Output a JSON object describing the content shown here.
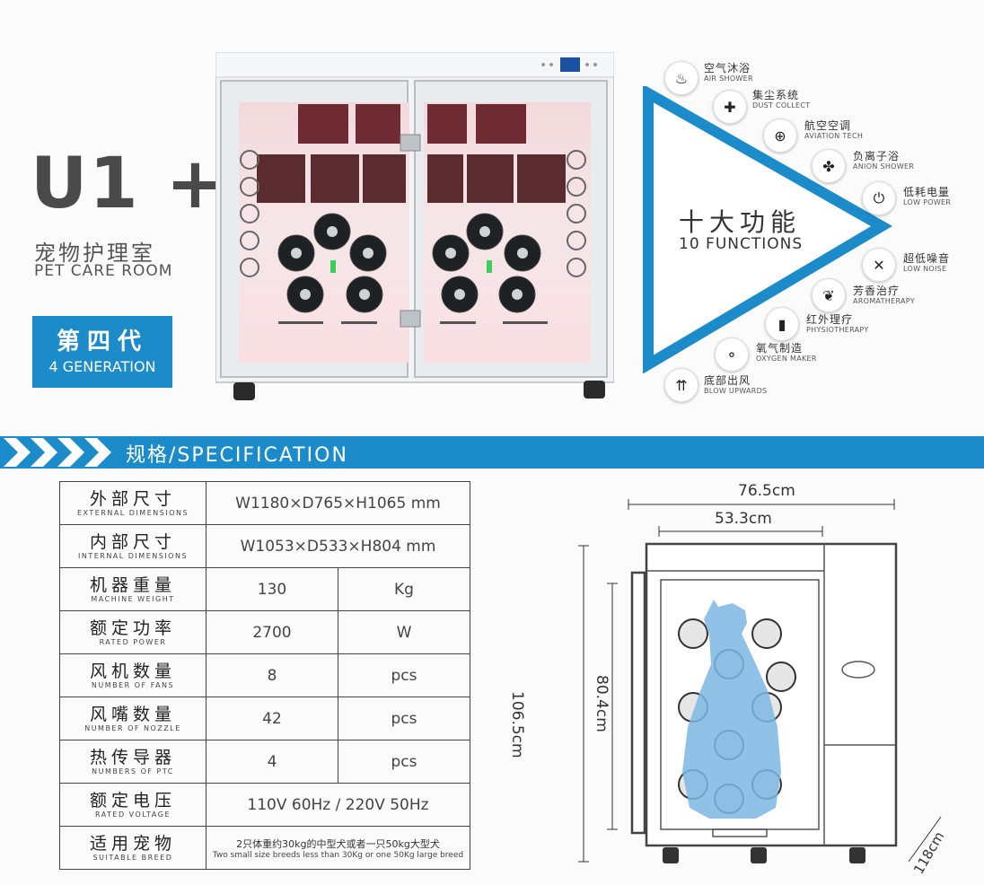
{
  "product": {
    "model": "U1 +",
    "title_cn": "宠物护理室",
    "title_en": "PET CARE ROOM",
    "generation_cn": "第四代",
    "generation_en": "4 GENERATION"
  },
  "functions": {
    "heading_cn": "十大功能",
    "heading_en": "10 FUNCTIONS",
    "items": [
      {
        "cn": "空气沐浴",
        "en": "AIR SHOWER",
        "icon": "air-shower-icon"
      },
      {
        "cn": "集尘系统",
        "en": "DUST COLLECT",
        "icon": "dust-collect-icon"
      },
      {
        "cn": "航空空调",
        "en": "AVIATION TECH",
        "icon": "aviation-tech-icon"
      },
      {
        "cn": "负离子浴",
        "en": "ANION SHOWER",
        "icon": "anion-shower-icon"
      },
      {
        "cn": "低耗电量",
        "en": "LOW POWER",
        "icon": "low-power-icon"
      },
      {
        "cn": "超低噪音",
        "en": "LOW NOISE",
        "icon": "low-noise-icon"
      },
      {
        "cn": "芳香治疗",
        "en": "AROMATHERAPY",
        "icon": "aromatherapy-icon"
      },
      {
        "cn": "红外理疗",
        "en": "PHYSIOTHERAPY",
        "icon": "physiotherapy-icon"
      },
      {
        "cn": "氧气制造",
        "en": "OXYGEN MAKER",
        "icon": "oxygen-maker-icon"
      },
      {
        "cn": "底部出风",
        "en": "BLOW UPWARDS",
        "icon": "blow-upwards-icon"
      }
    ]
  },
  "specification": {
    "heading": "规格/SPECIFICATION",
    "rows": [
      {
        "cn": "外部尺寸",
        "en": "EXTERNAL DIMENSIONS",
        "value": "W1180×D765×H1065 mm",
        "unit": ""
      },
      {
        "cn": "内部尺寸",
        "en": "INTERNAL DIMENSIONS",
        "value": "W1053×D533×H804 mm",
        "unit": ""
      },
      {
        "cn": "机器重量",
        "en": "MACHINE WEIGHT",
        "value": "130",
        "unit": "Kg"
      },
      {
        "cn": "额定功率",
        "en": "RATED POWER",
        "value": "2700",
        "unit": "W"
      },
      {
        "cn": "风机数量",
        "en": "NUMBER OF FANS",
        "value": "8",
        "unit": "pcs"
      },
      {
        "cn": "风嘴数量",
        "en": "NUMBER OF NOZZLE",
        "value": "42",
        "unit": "pcs"
      },
      {
        "cn": "热传导器",
        "en": "NUMBERS OF PTC",
        "value": "4",
        "unit": "pcs"
      },
      {
        "cn": "额定电压",
        "en": "RATED VOLTAGE",
        "value": "110V 60Hz / 220V 50Hz",
        "unit": ""
      },
      {
        "cn": "适用宠物",
        "en": "SUITABLE BREED",
        "value": "2只体重约30kg的中型犬或者一只50kg大型犬",
        "value2": "Two small size breeds less than 30Kg or one 50Kg large breed",
        "unit": ""
      }
    ]
  },
  "dimensions": {
    "outer_width": "76.5cm",
    "inner_width": "53.3cm",
    "outer_height": "106.5cm",
    "inner_height": "80.4cm",
    "depth": "118cm"
  },
  "colors": {
    "accent": "#1b8bc9",
    "dog_silhouette": "#7cb6e2"
  }
}
